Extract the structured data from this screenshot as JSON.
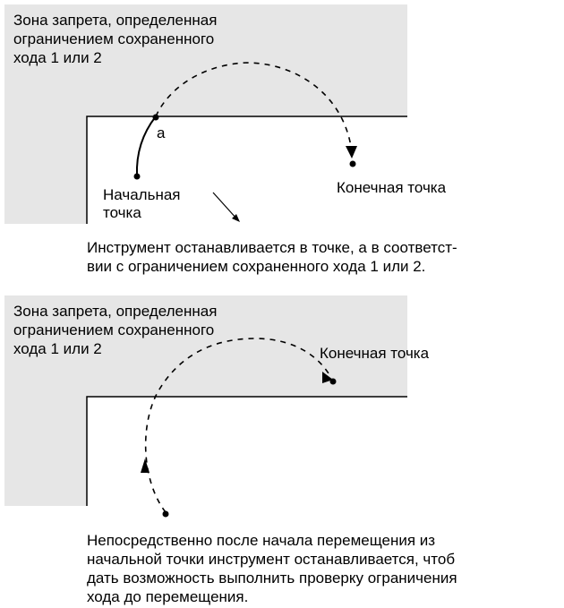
{
  "diagram1": {
    "zone_label": [
      "Зона запрета, определенная",
      "ограничением сохраненного",
      "хода 1 или 2"
    ],
    "point_a": "a",
    "start_label": [
      "Начальная",
      "точка"
    ],
    "end_label": "Конечная точка",
    "caption": [
      "Инструмент останавливается в точке, а в соответст-",
      "вии с ограничением сохраненного хода 1 или 2."
    ]
  },
  "diagram2": {
    "zone_label": [
      "Зона запрета, определенная",
      "ограничением сохраненного",
      "хода 1 или 2"
    ],
    "end_label": "Конечная точка",
    "caption": [
      "Непосредственно после начала перемещения из",
      "начальной точки инструмент останавливается, чтоб",
      "дать возможность выполнить проверку ограничения",
      "хода до перемещения."
    ]
  },
  "colors": {
    "zone_fill": "#e6e6e6",
    "line": "#000000"
  }
}
